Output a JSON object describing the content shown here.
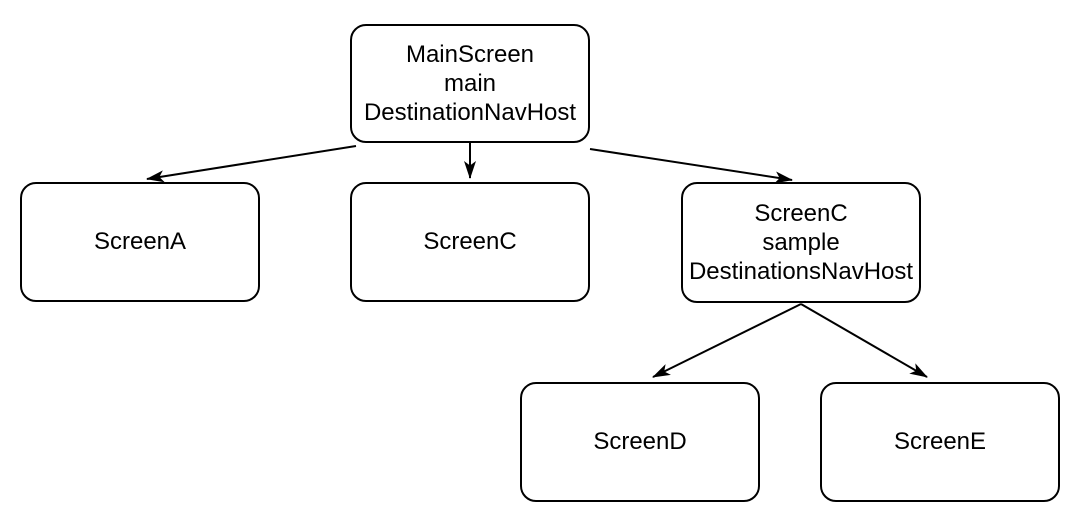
{
  "diagram": {
    "background_color": "#ffffff",
    "node_fill_color": "#ffffff",
    "node_stroke_color": "#000000",
    "text_color": "#000000",
    "nodes": {
      "main_nav_host": {
        "line1": "MainScreen",
        "line2": "main",
        "line3": "DestinationNavHost"
      },
      "screen_a": {
        "label": "ScreenA"
      },
      "screen_c": {
        "label": "ScreenC"
      },
      "sample_nav_host": {
        "line1": "ScreenC",
        "line2": "sample",
        "line3": "DestinationsNavHost"
      },
      "screen_d": {
        "label": "ScreenD"
      },
      "screen_e": {
        "label": "ScreenE"
      }
    },
    "edges": [
      {
        "from": "main_nav_host",
        "to": "screen_a"
      },
      {
        "from": "main_nav_host",
        "to": "screen_c"
      },
      {
        "from": "main_nav_host",
        "to": "sample_nav_host"
      },
      {
        "from": "sample_nav_host",
        "to": "screen_d"
      },
      {
        "from": "sample_nav_host",
        "to": "screen_e"
      }
    ]
  }
}
